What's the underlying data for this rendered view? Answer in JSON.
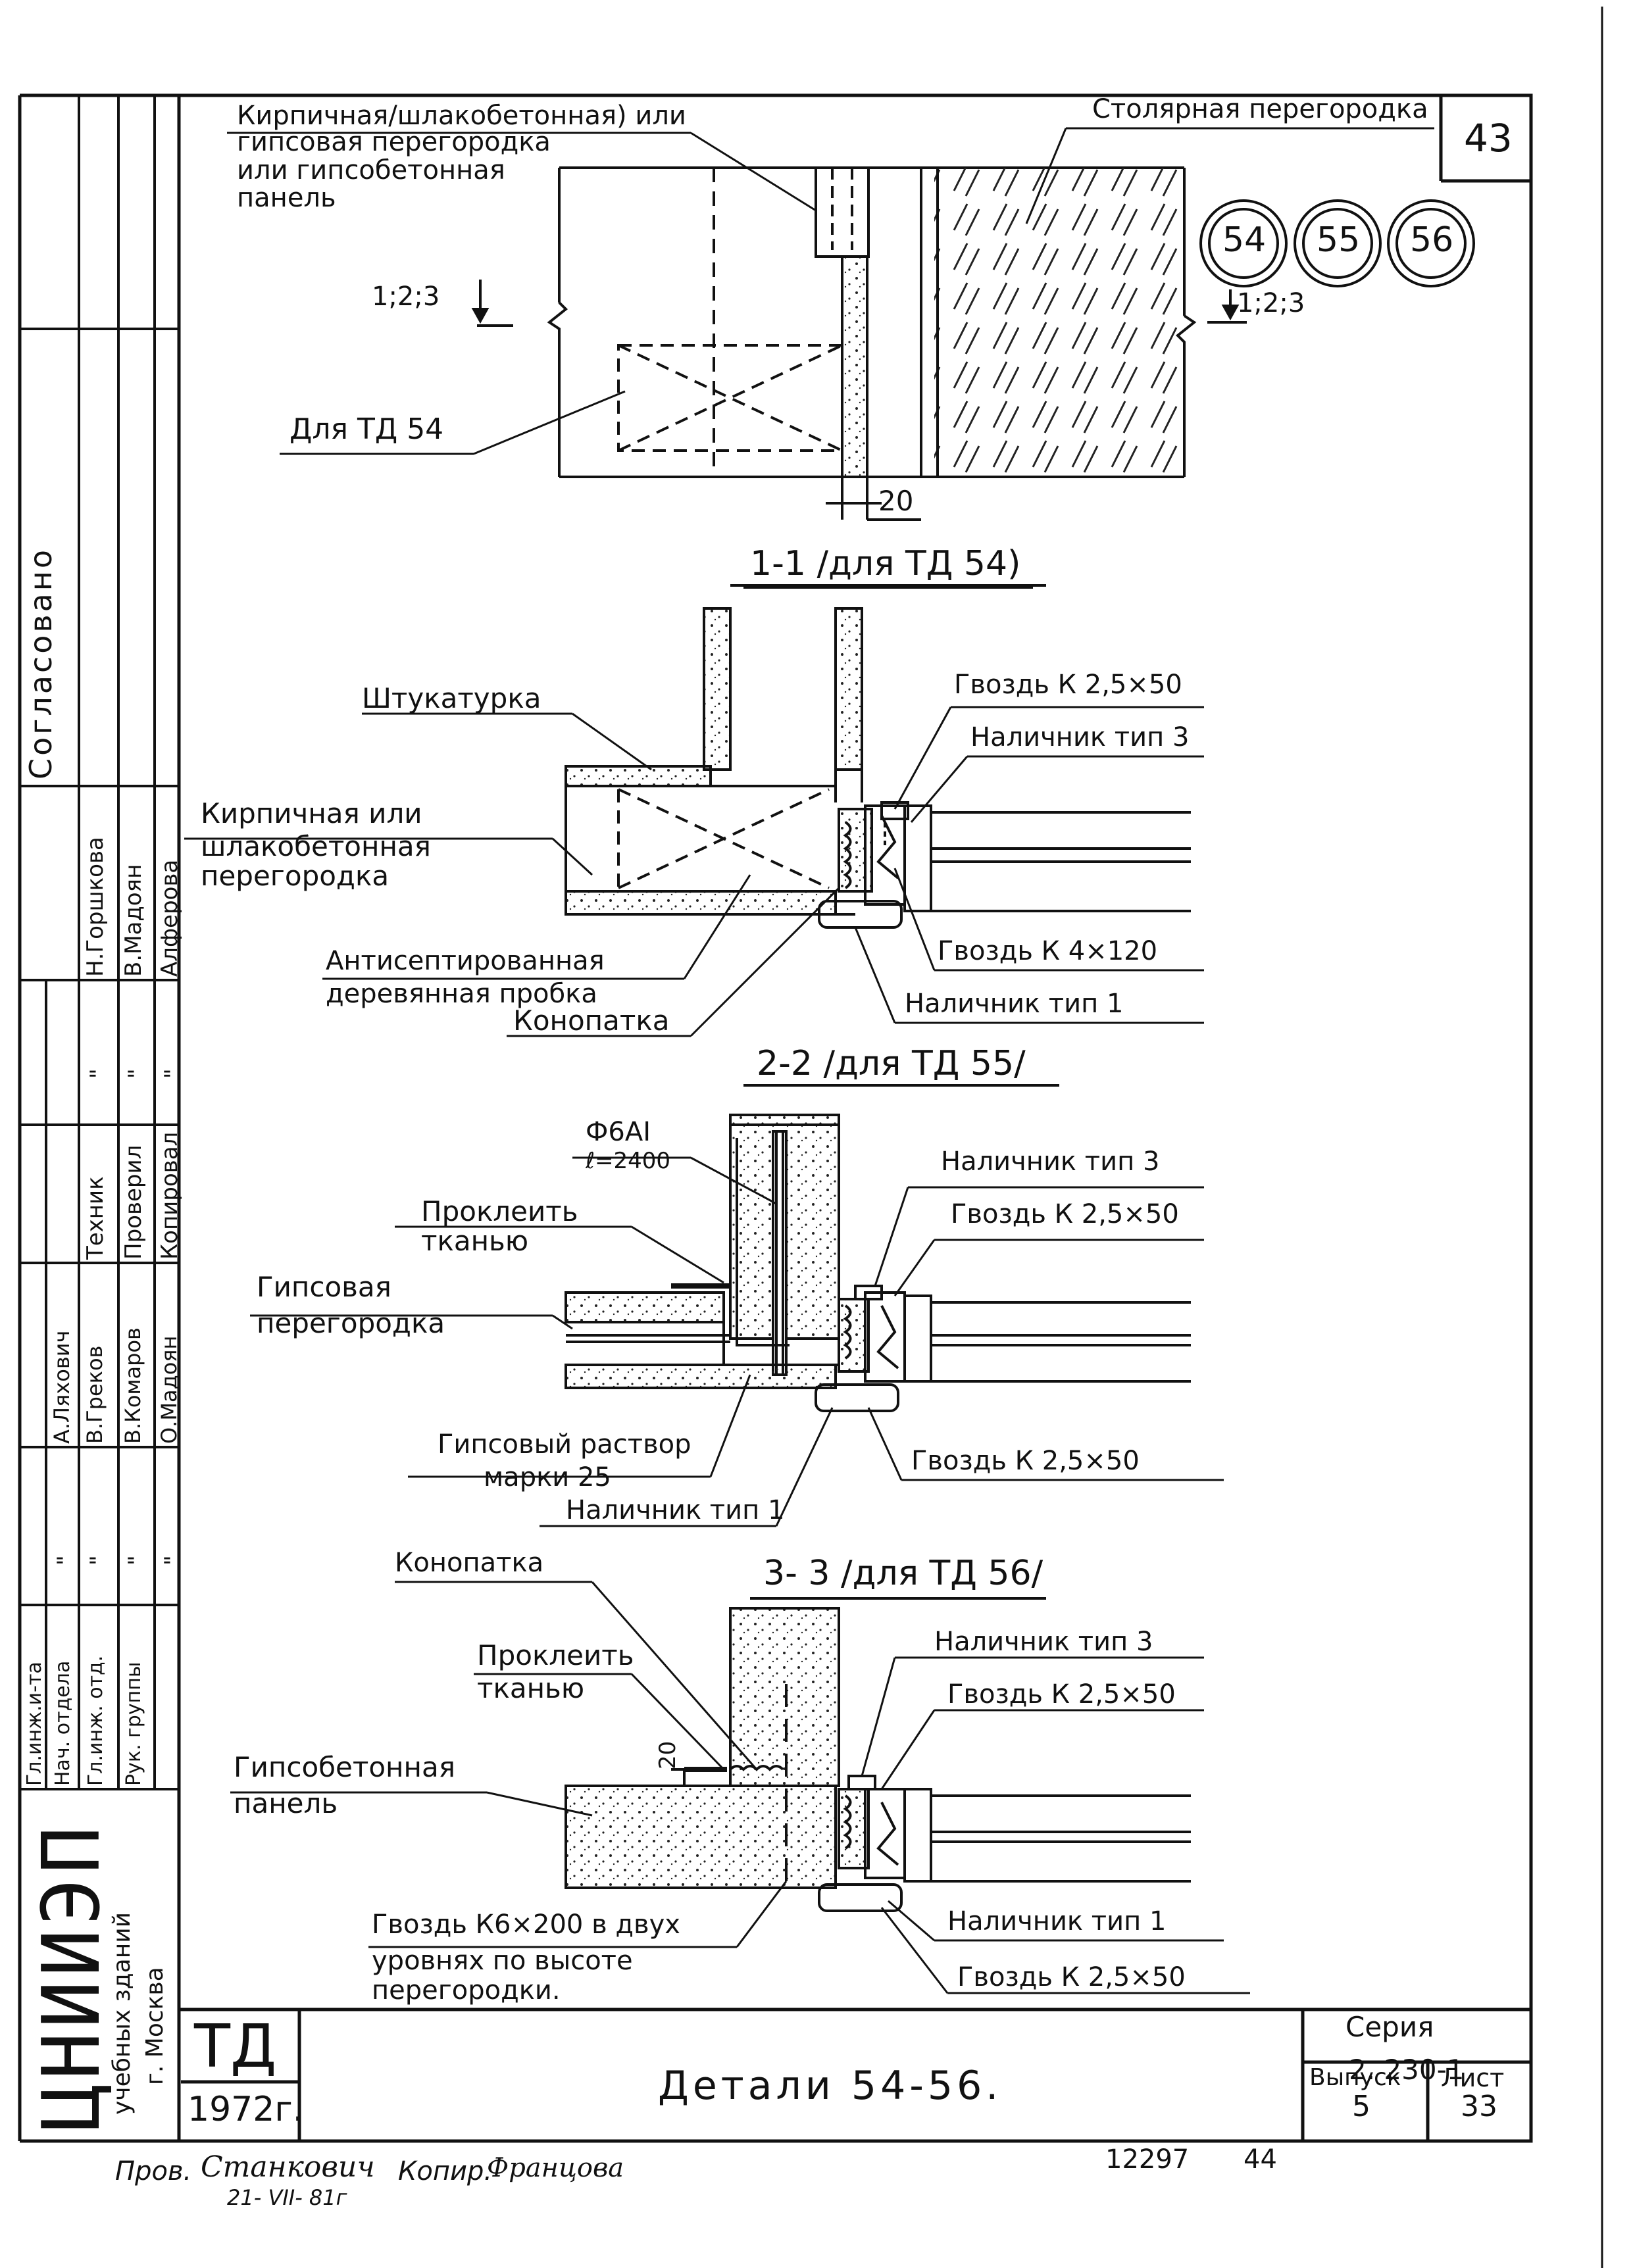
{
  "sheet_number": "43",
  "detail_refs": [
    "54",
    "55",
    "56"
  ],
  "top_section": {
    "label_partition_top_line1": "Кирпичная/шлакобетонная) или",
    "label_partition_top_line2": "гипсовая перегородка",
    "label_partition_top_line3": "или гипсобетонная",
    "label_partition_top_line4": "панель",
    "label_joinery": "Столярная перегородка",
    "cut_mark_left": "1;2;3",
    "cut_mark_right": "1;2;3",
    "label_for_td54": "Для ТД 54",
    "dim_20": "20"
  },
  "section1": {
    "title": "1-1 /для ТД 54)",
    "label_plaster": "Штукатурка",
    "label_brick_line1": "Кирпичная или",
    "label_brick_line2": "шлакобетонная",
    "label_brick_line3": "перегородка",
    "label_plug_line1": "Антисептированная",
    "label_plug_line2": "деревянная пробка",
    "label_caulk": "Конопатка",
    "label_nail_small": "Гвоздь К 2,5×50",
    "label_trim3": "Наличник тип 3",
    "label_nail_big": "Гвоздь К 4×120",
    "label_trim1": "Наличник тип 1"
  },
  "section2": {
    "title": "2-2 /для ТД 55/",
    "rebar_line1": "Ф6АI",
    "rebar_line2": "ℓ=2400",
    "label_glue_line1": "Проклеить",
    "label_glue_line2": "тканью",
    "label_gypsum_line1": "Гипсовая",
    "label_gypsum_line2": "перегородка",
    "label_mortar_line1": "Гипсовый раствор",
    "label_mortar_line2": "марки 25",
    "label_trim1": "Наличник тип 1",
    "label_trim3": "Наличник тип 3",
    "label_nail_top": "Гвоздь К 2,5×50",
    "label_nail_bottom": "Гвоздь К 2,5×50"
  },
  "section3": {
    "title": "3- 3 /для ТД 56/",
    "label_caulk": "Конопатка",
    "label_glue_line1": "Проклеить",
    "label_glue_line2": "тканью",
    "dim_20": "20",
    "label_panel_line1": "Гипсобетонная",
    "label_panel_line2": "панель",
    "label_nail_k6_line1": "Гвоздь К6×200 в двух",
    "label_nail_k6_line2": "уровнях по высоте",
    "label_nail_k6_line3": "перегородки.",
    "label_trim3": "Наличник тип 3",
    "label_nail_top": "Гвоздь К 2,5×50",
    "label_trim1": "Наличник тип 1",
    "label_nail_bottom": "Гвоздь К 2,5×50"
  },
  "sidebar": {
    "agreed": "Согласовано",
    "signers_col1": [
      "Н.Горшкова",
      "В.Мадоян",
      "Алферова"
    ],
    "ditto_marks": [
      "\"",
      "\"",
      "\""
    ],
    "roles_col2": [
      "Техник",
      "Проверил",
      "Копировал"
    ],
    "names_col3": [
      "А.Ляхович",
      "В.Греков",
      "В.Комаров",
      "О.Мадоян"
    ],
    "ditto_marks2": [
      "\"",
      "\"",
      "\"",
      "\""
    ],
    "positions": [
      "Гл.инж.и-та",
      "Нач. отдела",
      "Гл.инж. отд.",
      "Рук. группы"
    ],
    "org_name": "ЦНИИЭП",
    "org_line2": "учебных зданий",
    "org_line3": "г. Москва"
  },
  "title_block": {
    "td": "ТД",
    "year": "1972г.",
    "title": "Детали 54-56.",
    "series_label": "Серия",
    "series_value": "2. 230-1",
    "issue_label": "Выпуск",
    "issue_value": "5",
    "sheet_label": "Лист",
    "sheet_value": "33"
  },
  "footer": {
    "checked": "Пров.",
    "checked_sig": "Станкович",
    "checked_date": "21- VII- 81г",
    "copied": "Копир.",
    "copied_sig": "Францова",
    "doc_number": "12297",
    "page_number": "44"
  }
}
